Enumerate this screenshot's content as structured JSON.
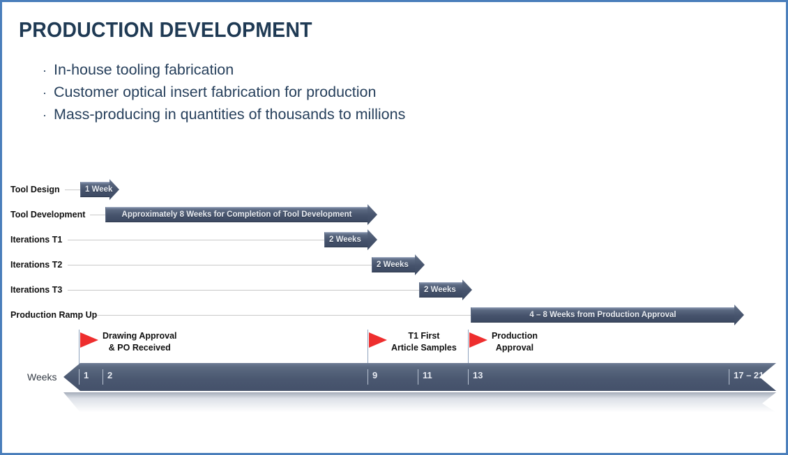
{
  "theme": {
    "border_color": "#4a7ebb",
    "title_color": "#1F3A54",
    "bullet_color": "#27405c",
    "bar_color": "#46536c",
    "flag_color": "#ee2e2e",
    "timeline_color": "#4a5770"
  },
  "header": {
    "title": "PRODUCTION DEVELOPMENT",
    "bullet_glyph": "·",
    "bullets": [
      "In-house tooling fabrication",
      "Customer optical insert fabrication for production",
      "Mass-producing in quantities of thousands to millions"
    ]
  },
  "chart_data": {
    "type": "gantt",
    "title": "PRODUCTION DEVELOPMENT",
    "xlabel": "Weeks",
    "axis_ticks": [
      "1",
      "2",
      "9",
      "11",
      "13",
      "17 – 21"
    ],
    "tasks": [
      {
        "label": "Tool Design",
        "bar_text": "1 Week"
      },
      {
        "label": "Tool Development",
        "bar_text": "Approximately 8 Weeks for Completion of Tool Development"
      },
      {
        "label": "Iterations T1",
        "bar_text": "2 Weeks"
      },
      {
        "label": "Iterations T2",
        "bar_text": "2 Weeks"
      },
      {
        "label": "Iterations T3",
        "bar_text": "2 Weeks"
      },
      {
        "label": "Production Ramp Up",
        "bar_text": "4 – 8 Weeks from Production Approval"
      }
    ],
    "milestones": [
      {
        "line1": "Drawing Approval",
        "line2": "& PO Received"
      },
      {
        "line1": "T1 First",
        "line2": "Article Samples"
      },
      {
        "line1": "Production",
        "line2": "Approval"
      }
    ],
    "weeks_label": "Weeks"
  }
}
